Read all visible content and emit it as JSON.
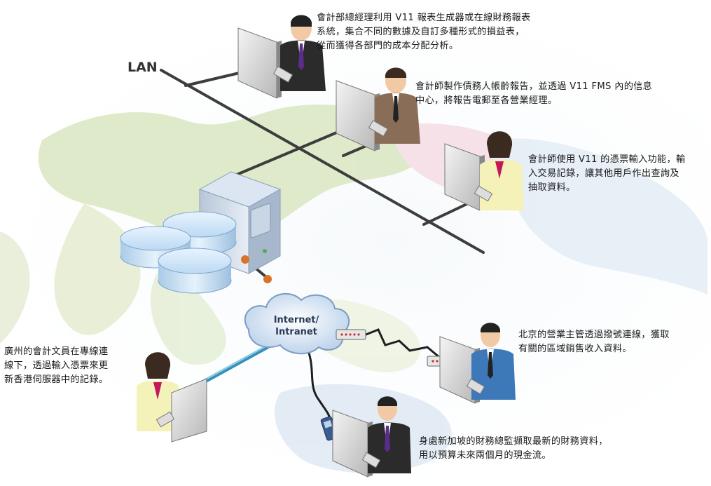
{
  "diagram": {
    "lan_label": "LAN",
    "cloud_label_line1": "Internet/",
    "cloud_label_line2": "Intranet",
    "captions": {
      "general_manager": "會計部總經理利用 V11 報表生成器或在線財務報表\n系統，集合不同的數據及自訂多種形式的損益表，\n從而獲得各部門的成本分配分析。",
      "accountant_aging": "會計師製作債務人帳齡報告，並透過 V11 FMS 內的信息\n中心，將報告電郵至各營業經理。",
      "accountant_voucher": "會計師使用 V11 的憑票輸入功能，輸\n入交易記錄，讓其他用戶作出查詢及\n抽取資料。",
      "beijing_manager": "北京的營業主管透過撥號連線，獲取\n有關的區域銷售收入資料。",
      "guangzhou_clerk": "廣州的會計文員在專線連\n線下，透過輸入憑票來更\n新香港伺服器中的記錄。",
      "singapore_director": "身處新加坡的財務總監擷取最新的財務資料，\n用以預算未來兩個月的現金流。"
    },
    "colors": {
      "map_green": "#dbe8c4",
      "map_blue": "#e4edf6",
      "map_pink": "#f6dfe6",
      "lan_line": "#3d3d3d",
      "leased_line": "#3a8fb8",
      "node_orange": "#d9732b"
    }
  }
}
